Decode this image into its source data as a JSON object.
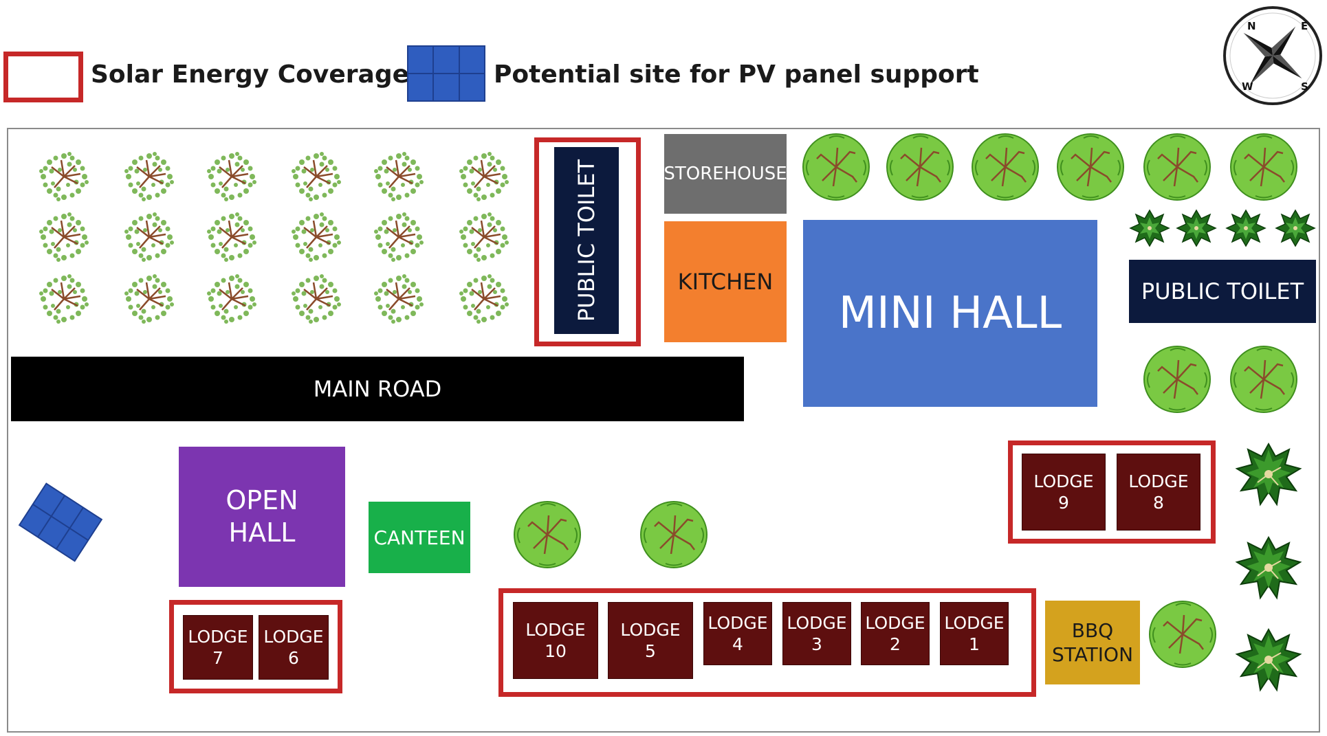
{
  "legend": {
    "solar_coverage_label": "Solar Energy Coverage",
    "pv_site_label": "Potential site for PV panel support"
  },
  "compass": {
    "n": "N",
    "e": "E",
    "s": "S",
    "w": "W"
  },
  "buildings": {
    "public_toilet_vertical": "PUBLIC TOILET",
    "storehouse": "STOREHOUSE",
    "kitchen": "KITCHEN",
    "mini_hall": "MINI HALL",
    "public_toilet_right": "PUBLIC TOILET",
    "main_road": "MAIN ROAD",
    "open_hall": "OPEN\nHALL",
    "canteen": "CANTEEN",
    "bbq_station": "BBQ\nSTATION"
  },
  "lodges": {
    "lodge_9": "LODGE\n9",
    "lodge_8": "LODGE\n8",
    "lodge_7": "LODGE\n7",
    "lodge_6": "LODGE\n6",
    "lodge_10": "LODGE\n10",
    "lodge_5": "LODGE\n5",
    "lodge_4": "LODGE\n4",
    "lodge_3": "LODGE\n3",
    "lodge_2": "LODGE\n2",
    "lodge_1": "LODGE\n1"
  },
  "colors": {
    "coverage_border": "#c62828",
    "pv_panel": "#2f5dbf",
    "lodge": "#5e0f0f",
    "storehouse": "#6e6e6e",
    "kitchen": "#f37f2e",
    "mini_hall": "#4a74c9",
    "public_toilet": "#0c1a3d",
    "open_hall": "#7c35b0",
    "canteen": "#18b04a",
    "bbq_station": "#d4a21e",
    "tree": "#7ac943"
  }
}
